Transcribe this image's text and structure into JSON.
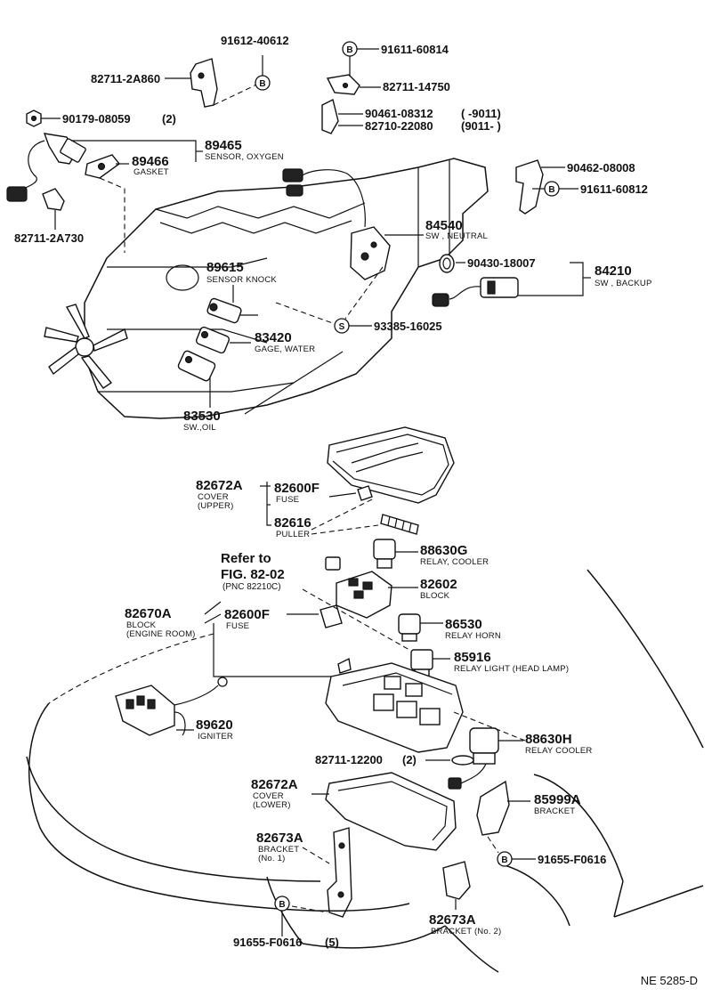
{
  "callouts": {
    "c1": {
      "part_no": "91612-40612"
    },
    "c2": {
      "part_no": "82711-2A860"
    },
    "c3": {
      "part_no": "91611-60814"
    },
    "c4": {
      "part_no": "82711-14750"
    },
    "c5": {
      "part_no": "90461-08312",
      "note": "(      -9011)"
    },
    "c6": {
      "part_no": "82710-22080",
      "note": "(9011-      )"
    },
    "c7": {
      "part_no": "90179-08059",
      "note": "(2)"
    },
    "c8": {
      "part_no": "89465",
      "desc": "SENSOR, OXYGEN"
    },
    "c9": {
      "part_no": "89466",
      "desc": "GASKET"
    },
    "c10": {
      "part_no": "90462-08008"
    },
    "c11": {
      "part_no": "91611-60812"
    },
    "c12": {
      "part_no": "82711-2A730"
    },
    "c13": {
      "part_no": "84540",
      "desc": "SW , NEUTRAL"
    },
    "c14": {
      "part_no": "90430-18007"
    },
    "c15": {
      "part_no": "84210",
      "desc": "SW , BACKUP"
    },
    "c16": {
      "part_no": "89615",
      "desc": "SENSOR KNOCK"
    },
    "c17": {
      "part_no": "93385-16025"
    },
    "c18": {
      "part_no": "83420",
      "desc": "GAGE, WATER"
    },
    "c19": {
      "part_no": "83530",
      "desc": "SW.,OIL"
    },
    "c20": {
      "part_no": "82672A",
      "desc1": "COVER",
      "desc2": "(UPPER)"
    },
    "c21": {
      "part_no": "82600F",
      "desc": "FUSE"
    },
    "c22": {
      "part_no": "82616",
      "desc": "PULLER"
    },
    "c23": {
      "part_no": "88630G",
      "desc": "RELAY, COOLER"
    },
    "c24": {
      "part_no": "82602",
      "desc": "BLOCK"
    },
    "c25": {
      "part_no": "82670A",
      "desc1": "BLOCK",
      "desc2": "(ENGINE ROOM)"
    },
    "c26": {
      "part_no": "82600F",
      "desc": "FUSE"
    },
    "c27": {
      "part_no": "86530",
      "desc": "RELAY HORN"
    },
    "c28": {
      "part_no": "85916",
      "desc": "RELAY LIGHT (HEAD LAMP)"
    },
    "c29": {
      "part_no": "89620",
      "desc": "IGNITER"
    },
    "c30": {
      "part_no": "88630H",
      "desc": "RELAY COOLER"
    },
    "c31": {
      "part_no": "82711-12200",
      "note": "(2)"
    },
    "c32": {
      "part_no": "82672A",
      "desc1": "COVER",
      "desc2": "(LOWER)"
    },
    "c33": {
      "part_no": "85999A",
      "desc": "BRACKET"
    },
    "c34": {
      "part_no": "82673A",
      "desc1": "BRACKET",
      "desc2": "(No. 1)"
    },
    "c35": {
      "part_no": "91655-F0616"
    },
    "c36": {
      "part_no": "82673A",
      "desc": "BRACKET (No. 2)"
    },
    "c37": {
      "part_no": "91655-F0616",
      "note": "(5)"
    }
  },
  "reference": {
    "line1": "Refer to",
    "line2": "FIG. 82-02",
    "line3": "(PNC 82210C)"
  },
  "marks": {
    "b": "B",
    "s": "S"
  },
  "footer": {
    "code": "NE 5285-D"
  }
}
